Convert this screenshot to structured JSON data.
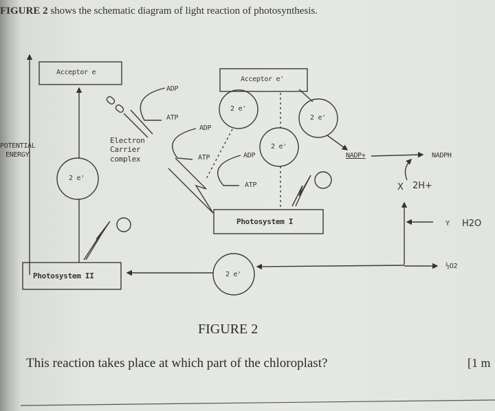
{
  "intro": {
    "figure_ref": "FIGURE 2",
    "text": " shows the schematic diagram of light reaction of photosynthesis."
  },
  "diagram": {
    "axis_label_1": "POTENTIAL",
    "axis_label_2": "ENERGY",
    "acceptor_left": "Acceptor e",
    "acceptor_right": "Acceptor e'",
    "electron_pair": "2 e'",
    "adp": "ADP",
    "atp": "ATP",
    "carrier_1": "Electron",
    "carrier_2": "Carrier",
    "carrier_3": "complex",
    "nadp": "NADP+",
    "nadph": "NADPH",
    "x_label": "X",
    "x_value": "2H+",
    "y_label": "Y",
    "y_value": "H2O",
    "oxygen": "½O2",
    "photosystem_1": "Photosystem I",
    "photosystem_2": "Photosystem II"
  },
  "caption": "FIGURE 2",
  "question": {
    "text": "This reaction takes place at which part of the chloroplast?",
    "marks": "[1 m"
  }
}
